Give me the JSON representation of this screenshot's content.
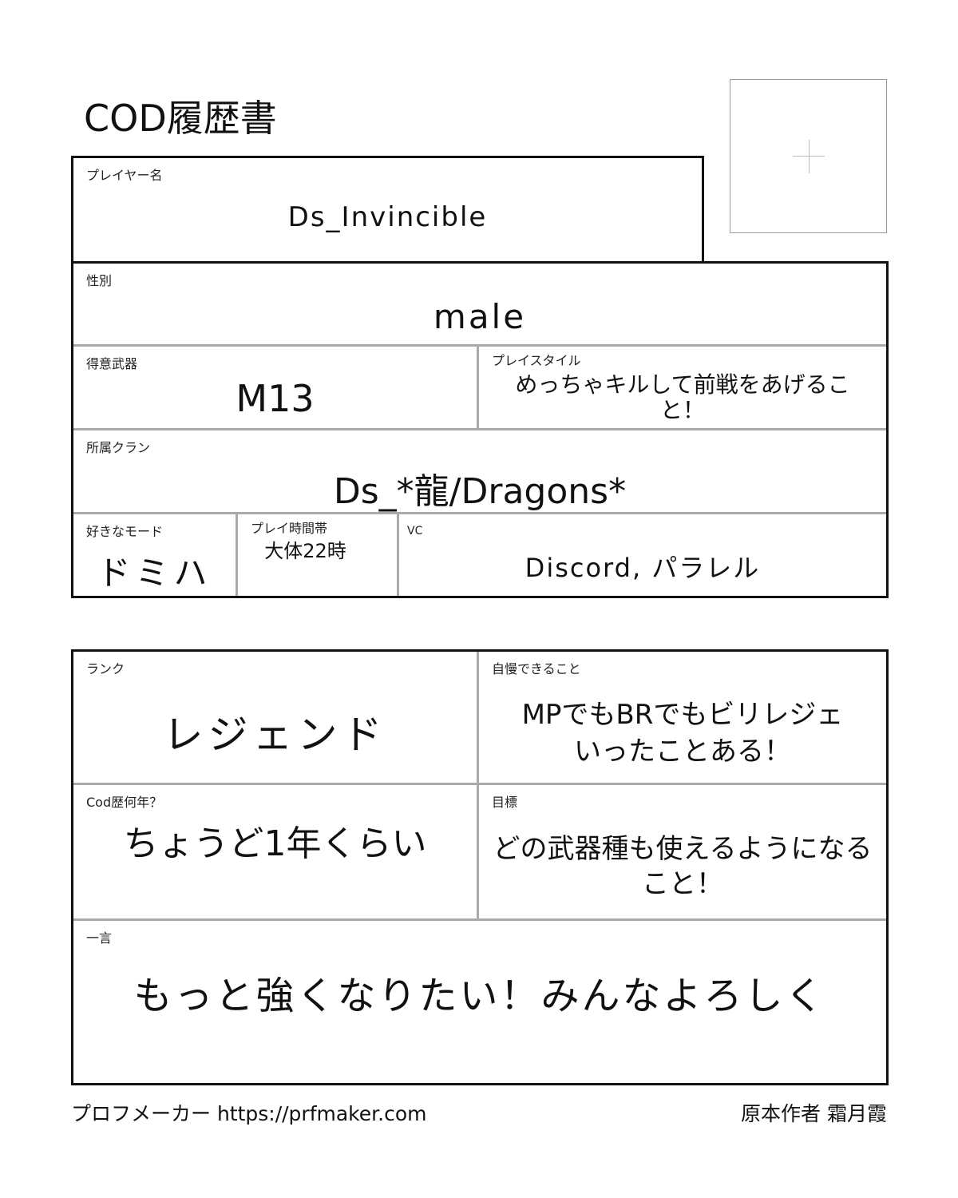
{
  "title": "COD履歴書",
  "photo": {
    "icon": "plus-icon"
  },
  "fields": {
    "player_name": {
      "label": "プレイヤー名",
      "value": "Ds_Invincible"
    },
    "gender": {
      "label": "性別",
      "value": "male"
    },
    "weapon": {
      "label": "得意武器",
      "value": "M13"
    },
    "play_style": {
      "label": "プレイスタイル",
      "value": "めっちゃキルして前戦をあげること！"
    },
    "clan": {
      "label": "所属クラン",
      "value": "Ds_*龍/Dragons*"
    },
    "mode": {
      "label": "好きなモード",
      "value": "ドミハ"
    },
    "play_time": {
      "label": "プレイ時間帯",
      "value": "大体22時"
    },
    "vc": {
      "label": "VC",
      "value": "Discord, パラレル"
    },
    "rank": {
      "label": "ランク",
      "value": "レジェンド"
    },
    "boast": {
      "label": "自慢できること",
      "value": "MPでもBRでもビリレジェいったことある！"
    },
    "years": {
      "label": "Cod歴何年？",
      "value": "ちょうど1年くらい"
    },
    "goal": {
      "label": "目標",
      "value": "どの武器種も使えるようになること！"
    },
    "comment": {
      "label": "一言",
      "value": "もっと強くなりたい！みんなよろしく"
    }
  },
  "footer": {
    "left": "プロフメーカー https://prfmaker.com",
    "right": "原本作者 霜月霞"
  }
}
